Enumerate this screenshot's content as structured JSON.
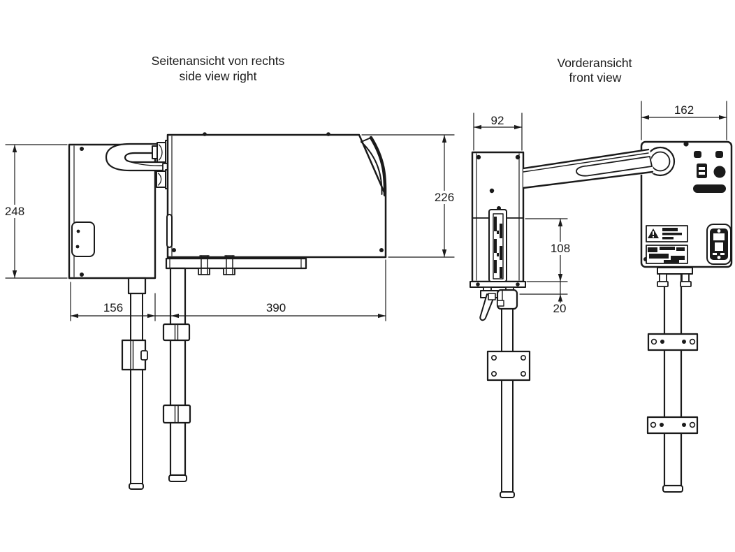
{
  "page": {
    "background": "#ffffff",
    "line_color": "#1a1a1a"
  },
  "side_view": {
    "title_line1": "Seitenansicht von rechts",
    "title_line2": "side view right",
    "dims": {
      "box_height": "248",
      "box_width": "156",
      "main_length": "390",
      "main_height": "226"
    }
  },
  "front_view": {
    "title_line1": "Vorderansicht",
    "title_line2": "front view",
    "dims": {
      "head_width": "92",
      "controller_width": "162",
      "slot_height": "108",
      "clamp_offset": "20"
    }
  }
}
